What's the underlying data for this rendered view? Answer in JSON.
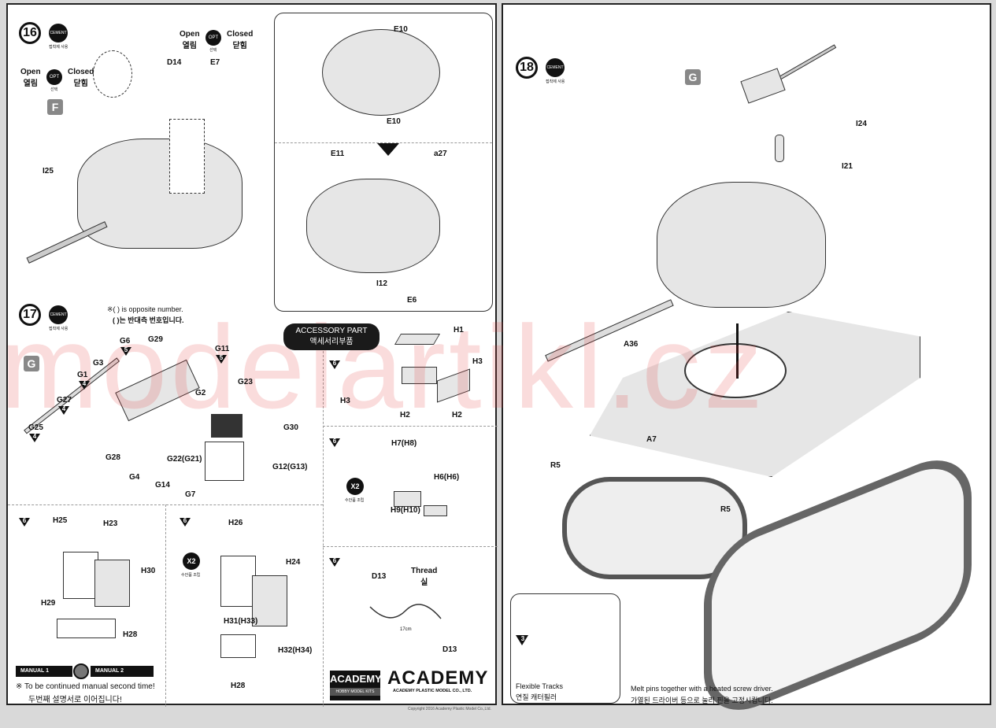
{
  "left_page": {
    "step16": {
      "number": "16",
      "cement": "CEMENT",
      "cement_kr": "접착제 사용",
      "opt_top": {
        "open": "Open",
        "open_kr": "열림",
        "opt": "OPT",
        "opt_kr": "선택",
        "closed": "Closed",
        "closed_kr": "닫힘"
      },
      "opt_left": {
        "open": "Open",
        "open_kr": "열림",
        "opt": "OPT",
        "opt_kr": "선택",
        "closed": "Closed",
        "closed_kr": "닫힘"
      },
      "sprue": "F",
      "parts": [
        "D14",
        "E7",
        "I25"
      ],
      "inset_parts": [
        "E10",
        "E10",
        "E11",
        "a27",
        "I12",
        "E6"
      ]
    },
    "step17": {
      "number": "17",
      "cement": "CEMENT",
      "cement_kr": "접착제 사용",
      "note_en": "※( ) is opposite number.",
      "note_kr": "( )는 반대측 번호입니다.",
      "sprue": "G",
      "parts": {
        "g6": "G6",
        "g29": "G29",
        "g11": "G11",
        "g3": "G3",
        "g1": "G1",
        "g2": "G2",
        "g23": "G23",
        "g27": "G27",
        "g25": "G25",
        "g30": "G30",
        "g28": "G28",
        "g4": "G4",
        "g22": "G22(G21)",
        "g14": "G14",
        "g12": "G12(G13)",
        "g7": "G7"
      },
      "badges": {
        "g6": "5",
        "g11": "5",
        "g1": "4",
        "g27": "4",
        "g25": "4"
      }
    },
    "accessory": {
      "title": "ACCESSORY PART",
      "title_kr": "액세서리부품",
      "step_badge": "6",
      "box1": [
        "H1",
        "H3",
        "H3",
        "H2",
        "H2"
      ],
      "box2": {
        "x2": "X2",
        "x2_kr": "수안품 조립",
        "parts": [
          "H7(H8)",
          "H6(H6)",
          "H9(H10)"
        ]
      },
      "box3": {
        "parts": [
          "H25",
          "H23",
          "H30",
          "H29",
          "H28"
        ]
      },
      "box4": {
        "x2": "X2",
        "x2_kr": "수안품 조립",
        "parts": [
          "H26",
          "H24",
          "H31(H33)",
          "H32(H34)",
          "H28"
        ]
      },
      "box5": {
        "d13a": "D13",
        "thread": "Thread",
        "thread_kr": "실",
        "length": "17cm",
        "d13b": "D13"
      }
    },
    "footer": {
      "manual1": "MANUAL 1",
      "manual2": "MANUAL 2",
      "continue_en": "※ To be continued manual second time!",
      "continue_kr": "두번째 설명서로 이어집니다!",
      "logo_box": "ACADEMY",
      "logo_box_sub": "HOBBY MODEL KITS",
      "logo": "ACADEMY",
      "company": "ACADEMY PLASTIC MODEL CO., LTD.",
      "copyright": "Copyright 2016 Academy Plastic Model Co.,Ltd."
    }
  },
  "right_page": {
    "step18": {
      "number": "18",
      "cement": "CEMENT",
      "cement_kr": "접착제 사용",
      "sprue": "G",
      "parts": {
        "i24": "I24",
        "i21": "I21",
        "a36": "A36",
        "a7": "A7",
        "r5a": "R5",
        "r5b": "R5"
      }
    },
    "inset": {
      "badge": "3",
      "label_en": "Flexible Tracks",
      "label_kr": "연질 캐터필러"
    },
    "note_en": "Melt pins together with a heated screw driver.",
    "note_kr": "가열된 드라이버 등으로 눌러 핀을 고정시킵니다."
  },
  "watermark": "modelartikl.cz"
}
